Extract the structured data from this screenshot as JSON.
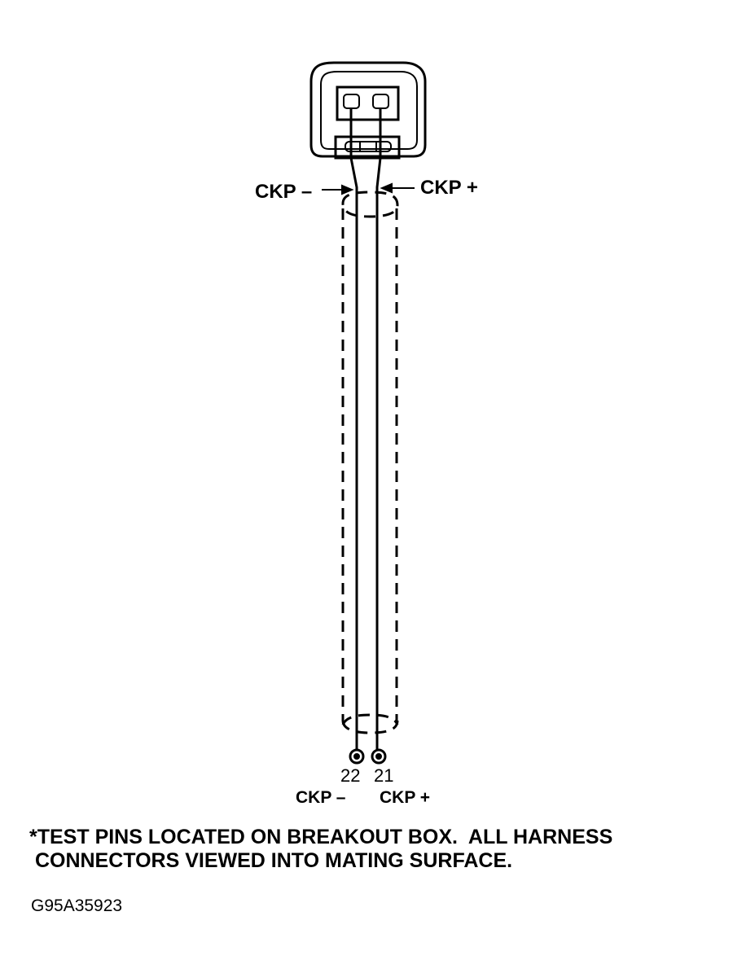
{
  "connector": {
    "label_minus": "CKP –",
    "label_plus": "CKP +"
  },
  "pins": [
    {
      "number": "22",
      "signal": "CKP –"
    },
    {
      "number": "21",
      "signal": "CKP +"
    }
  ],
  "note": "*TEST PINS LOCATED ON BREAKOUT BOX.  ALL HARNESS\n CONNECTORS VIEWED INTO MATING SURFACE.",
  "figure_code": "G95A35923"
}
